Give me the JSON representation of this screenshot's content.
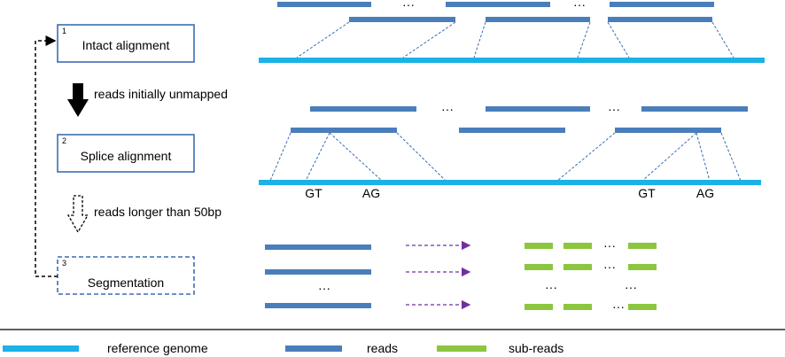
{
  "colors": {
    "genome": "#1bb2e8",
    "read": "#4a7ebb",
    "subread": "#8cc63f",
    "box_stroke": "#3c6db4",
    "arrow_dashed": "#000000",
    "arrow_purple": "#7030a0",
    "connector": "#3c6db4"
  },
  "steps": [
    {
      "number": "1",
      "label": "Intact alignment",
      "style": "solid"
    },
    {
      "number": "2",
      "label": "Splice alignment",
      "style": "solid"
    },
    {
      "number": "3",
      "label": "Segmentation",
      "style": "dashed"
    }
  ],
  "transitions": [
    {
      "label": "reads initially unmapped",
      "arrow": "solid-down-arrow"
    },
    {
      "label": "reads  longer than 50bp",
      "arrow": "dashed-down-arrow"
    }
  ],
  "splice_sites": {
    "donor_label": "GT",
    "acceptor_label": "AG"
  },
  "ellipsis": "···",
  "legend": {
    "genome_label": "reference genome",
    "reads_label": "reads",
    "subreads_label": "sub-reads"
  }
}
